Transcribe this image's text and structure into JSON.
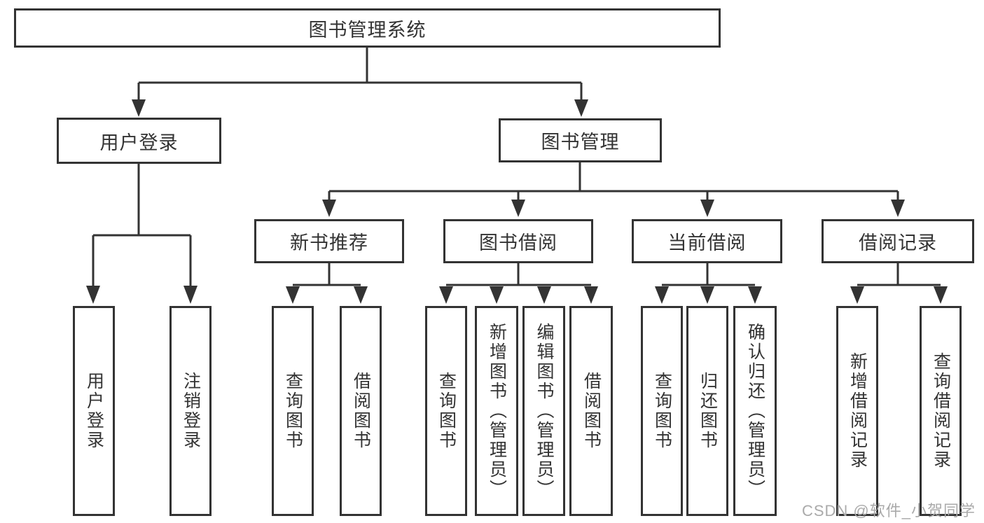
{
  "diagram": {
    "root": {
      "label": "图书管理系统"
    },
    "level2": [
      {
        "label": "用户登录"
      },
      {
        "label": "图书管理"
      }
    ],
    "level3": [
      {
        "label": "新书推荐"
      },
      {
        "label": "图书借阅"
      },
      {
        "label": "当前借阅"
      },
      {
        "label": "借阅记录"
      }
    ],
    "leaves": {
      "userLogin": [
        {
          "label": "用户登录"
        },
        {
          "label": "注销登录"
        }
      ],
      "newBooks": [
        {
          "label": "查询图书"
        },
        {
          "label": "借阅图书"
        }
      ],
      "borrow": [
        {
          "label": "查询图书"
        },
        {
          "label": "新增图书（管理员）"
        },
        {
          "label": "编辑图书（管理员）"
        },
        {
          "label": "借阅图书"
        }
      ],
      "current": [
        {
          "label": "查询图书"
        },
        {
          "label": "归还图书"
        },
        {
          "label": "确认归还（管理员）"
        }
      ],
      "records": [
        {
          "label": "新增借阅记录"
        },
        {
          "label": "查询借阅记录"
        }
      ]
    }
  },
  "watermark": {
    "text": "CSDN @软件_小贺同学"
  },
  "colors": {
    "line": "#333333",
    "text": "#333333",
    "watermark": "#aaaaaa",
    "background": "#ffffff"
  }
}
